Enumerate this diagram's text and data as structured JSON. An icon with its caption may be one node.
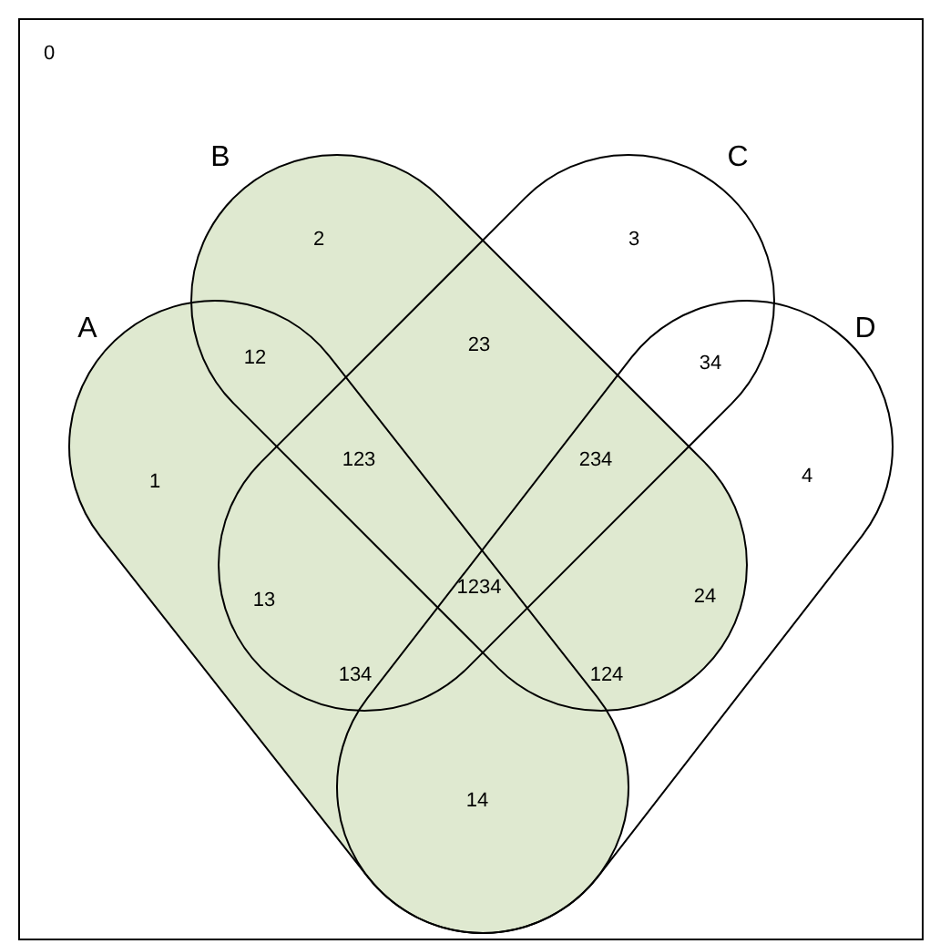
{
  "diagram": {
    "nodes": [
      {
        "text": [
          "0"
        ]
      },
      {
        "text": [
          "A"
        ],
        "in": 0
      },
      {
        "text": [
          "B"
        ],
        "in": 0
      },
      {
        "text": [
          "C"
        ],
        "in": 0
      },
      {
        "text": [
          "D"
        ],
        "in": 0
      }
    ],
    "labels": [
      "2",
      "3",
      "12",
      "23",
      "34",
      "1",
      "123",
      "234",
      "4",
      "13",
      "1234",
      "24",
      "134",
      "124",
      "14"
    ]
  }
}
